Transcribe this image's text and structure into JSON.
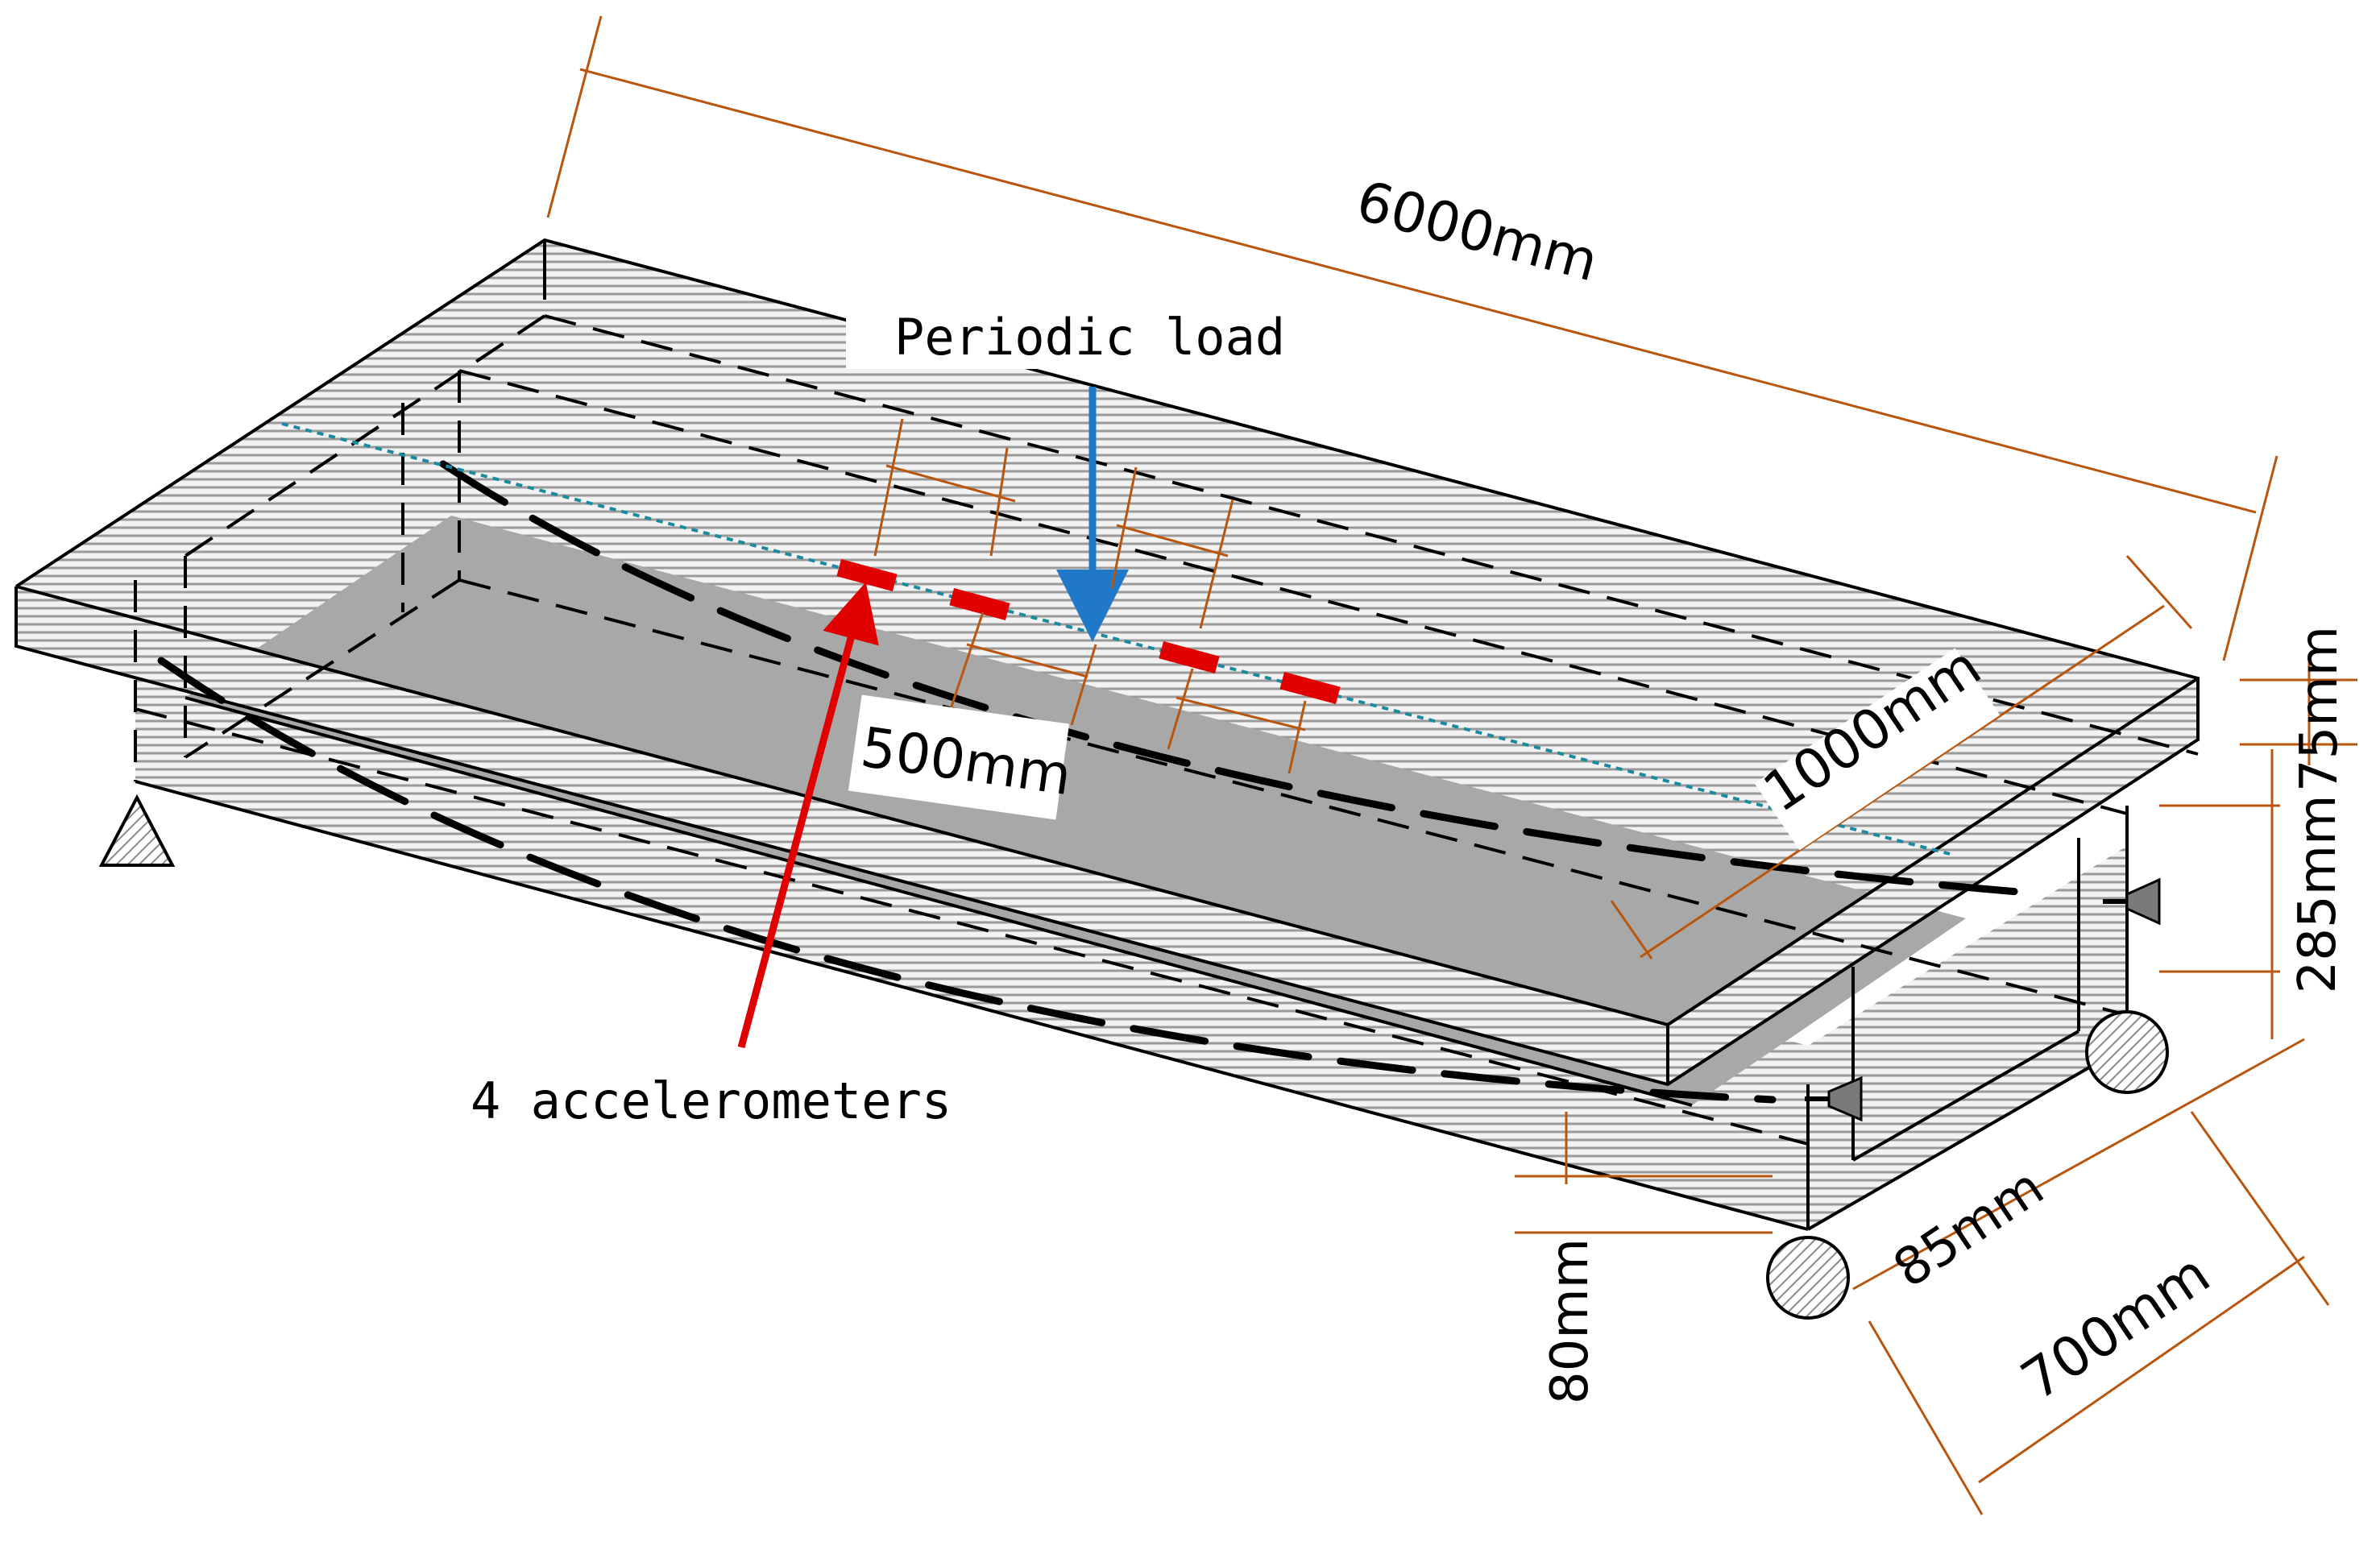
{
  "diagram": {
    "labels": {
      "length": "6000mm",
      "width": "1000mm",
      "slab_thickness": "75mm",
      "web_height": "285mm",
      "web_width": "85mm",
      "rib_spacing": "700mm",
      "flange_offset": "80mm",
      "sensor_spacing": "500mm",
      "load": "Periodic load",
      "sensors": "4 accelerometers"
    },
    "colors": {
      "outline": "#000000",
      "hatch": "#9a9a9a",
      "slab_fill": "#a8a8a8",
      "dimension": "#b8560f",
      "sensor": "#e00000",
      "load_arrow": "#1f78c8",
      "centerline": "#1a8aa0"
    }
  }
}
